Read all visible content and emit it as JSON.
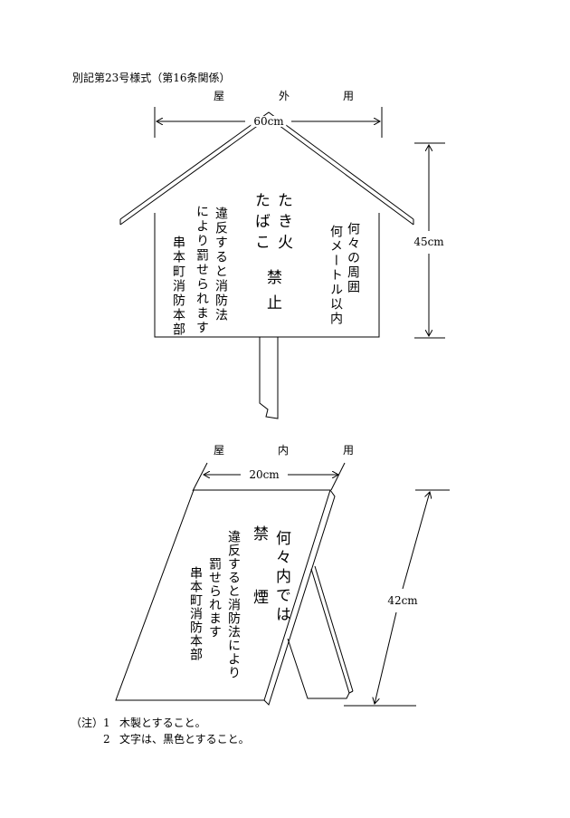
{
  "header": {
    "title": "別記第23号様式（第16条関係）"
  },
  "outdoor": {
    "label": [
      "屋",
      "外",
      "用"
    ],
    "width_dim": "60cm",
    "height_dim": "45cm",
    "sign_text": {
      "distance_line1": "何々の周囲",
      "distance_line2": "何メートル以内",
      "main_col1": "たき火",
      "main_col2": "たばこ",
      "prohibit1": "禁",
      "prohibit2": "止",
      "penalty_line1": "違反すると消防法",
      "penalty_line2": "により罰せられます",
      "issuer": "串本町消防本部"
    }
  },
  "indoor": {
    "label": [
      "屋",
      "内",
      "用"
    ],
    "width_dim": "20cm",
    "height_dim": "42cm",
    "sign_text": {
      "place": "何々内では",
      "prohibit1": "禁",
      "prohibit2": "煙",
      "penalty_line1": "違反すると消防法により",
      "penalty_line2": "罰せられます",
      "issuer": "串本町消防本部"
    }
  },
  "notes": {
    "prefix": "（注）",
    "items": [
      {
        "num": "1",
        "text": "木製とすること。"
      },
      {
        "num": "2",
        "text": "文字は、黒色とすること。"
      }
    ]
  }
}
